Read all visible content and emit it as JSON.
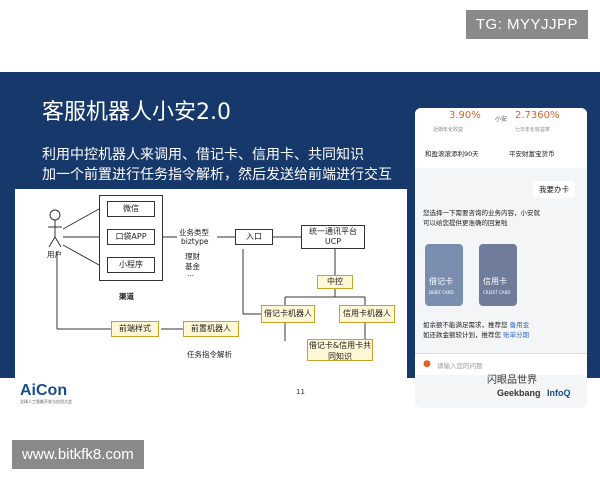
{
  "watermark_top": "TG: MYYJJPP",
  "watermark_bottom": "www.bitkfk8.com",
  "slide": {
    "title": "客服机器人小安2.0",
    "subtitle_1": "利用中控机器人来调用、借记卡、信用卡、共同知识",
    "subtitle_2": "加一个前置进行任务指令解析，然后发送给前端进行交互"
  },
  "diagram": {
    "user": "用户",
    "channel_items": [
      "微信",
      "口袋APP",
      "小程序"
    ],
    "channel_label": "渠道",
    "biz_type_line1": "业务类型",
    "biz_type_line2": "biztype",
    "biz_examples": [
      "理财",
      "基金",
      "..."
    ],
    "entry": "入口",
    "ucp_line1": "统一通讯平台",
    "ucp_line2": "UCP",
    "central": "中控",
    "debit_bot": "借记卡机器人",
    "credit_bot": "信用卡机器人",
    "shared_line1": "借记卡&信用卡共",
    "shared_line2": "同知识",
    "front_style": "前端样式",
    "pre_bot": "前置机器人",
    "task_parse": "任务指令解析"
  },
  "footer": {
    "logo": "AiCon",
    "logo_sub": "全球人工智能开发与应用大会",
    "page_number": "11"
  },
  "phone": {
    "rate_1": "3.90%",
    "rate_2": "2.7360%",
    "label_1": "近期年化收益",
    "label_2": "七日年化收益率",
    "product_1": "和盈滚滚添利90天",
    "product_2": "平安财富宝货币",
    "header": "小安",
    "user_msg": "我要办卡",
    "bot_msg_1": "您选择一下需要咨询的业务内容，小安就",
    "bot_msg_2": "可以给您提供更准确的回复啦",
    "card_debit": "借记卡",
    "card_debit_en": "DEBIT CARD",
    "card_credit": "信用卡",
    "card_credit_en": "CREDIT CARD",
    "bot_msg_3": "如余额不能满足需求，推荐您",
    "link_1": "备用金",
    "bot_msg_4": "如还款金额较计划，推荐您",
    "link_2": "账单分期",
    "input_placeholder": "请输入您的问题"
  },
  "brands": {
    "wechat": "闪眼品世界",
    "geek": "Geekbang",
    "infoq": "InfoQ"
  },
  "colors": {
    "slide_bg": "#17386b",
    "accent_yellow": "#c9a227",
    "watermark_bg": "#8a8a8a"
  }
}
